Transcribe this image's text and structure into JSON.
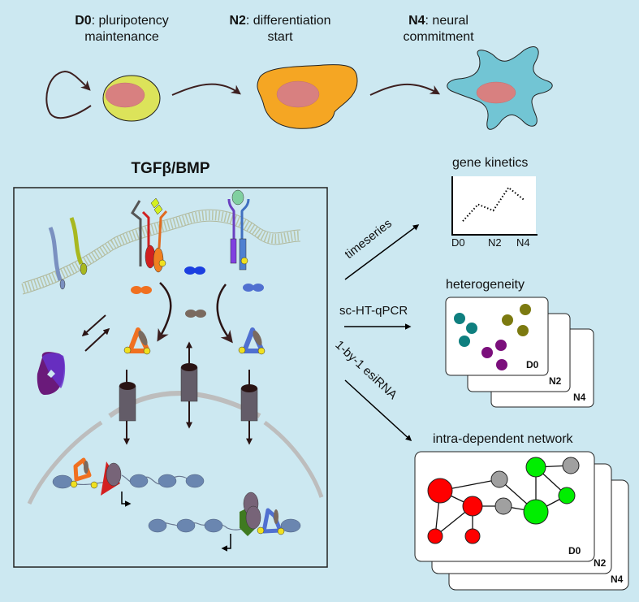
{
  "stages": [
    {
      "code": "D0",
      "line1": ": pluripotency",
      "line2": "maintenance"
    },
    {
      "code": "N2",
      "line1": ": differentiation",
      "line2": "start"
    },
    {
      "code": "N4",
      "line1": ": neural",
      "line2": "commitment"
    }
  ],
  "stage_colors": {
    "D0": "#dce35a",
    "N2": "#f5a623",
    "N4": "#72c5d4",
    "nucleus": "#d88080"
  },
  "panel": {
    "title": "TGFβ/BMP"
  },
  "methods": {
    "timeseries": "timeseries",
    "qpcr": "sc-HT-qPCR",
    "esirna": "1-by-1 esiRNA"
  },
  "outputs": {
    "kinetics": {
      "title": "gene kinetics",
      "ticks": [
        "D0",
        "N2",
        "N4"
      ],
      "series": [
        0.2,
        0.55,
        0.42,
        0.9,
        0.65
      ]
    },
    "heterogeneity": {
      "title": "heterogeneity",
      "cards": [
        "D0",
        "N2",
        "N4"
      ],
      "clusters": [
        {
          "color": "#0f7f7f",
          "count": 3
        },
        {
          "color": "#7c7a10",
          "count": 3
        },
        {
          "color": "#7b0f7c",
          "count": 3
        }
      ]
    },
    "network": {
      "title": "intra-dependent network",
      "cards": [
        "D0",
        "N2",
        "N4"
      ],
      "node_colors": {
        "red": "#ff0000",
        "green": "#00ee00",
        "gray": "#a0a0a0"
      }
    }
  }
}
